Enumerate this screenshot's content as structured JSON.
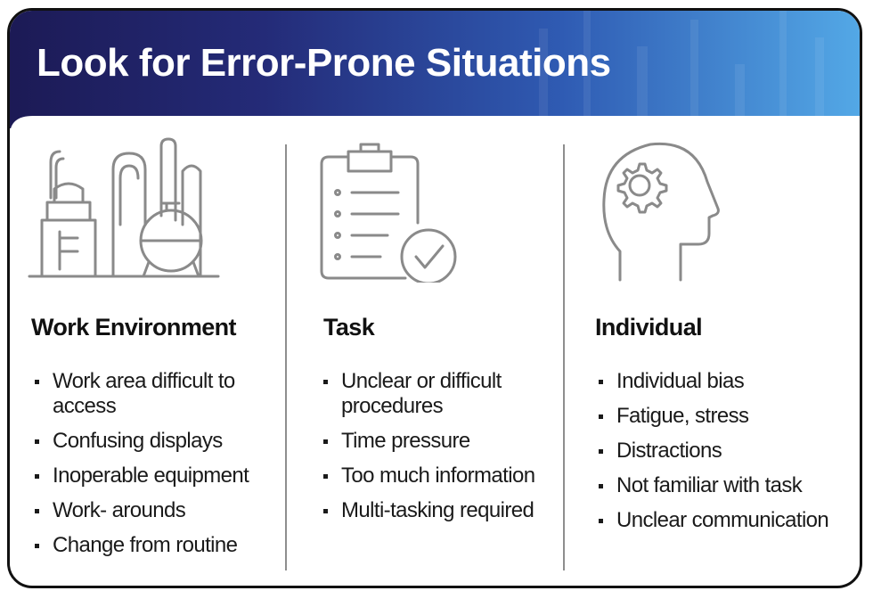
{
  "title": "Look for Error-Prone Situations",
  "colors": {
    "header_dark": "#1c1a55",
    "header_light": "#53a8e6",
    "icon_gray": "#8a8a8a"
  },
  "columns": [
    {
      "heading": "Work Environment",
      "icon": "industrial-plant-icon",
      "items": [
        "Work area difficult to access",
        "Confusing displays",
        "Inoperable equipment",
        "Work- arounds",
        "Change from routine"
      ]
    },
    {
      "heading": "Task",
      "icon": "clipboard-checklist-icon",
      "items": [
        "Unclear or difficult procedures",
        "Time pressure",
        "Too much information",
        "Multi-tasking required"
      ]
    },
    {
      "heading": "Individual",
      "icon": "head-gear-icon",
      "items": [
        "Individual bias",
        "Fatigue, stress",
        "Distractions",
        "Not familiar with task",
        "Unclear communication"
      ]
    }
  ]
}
